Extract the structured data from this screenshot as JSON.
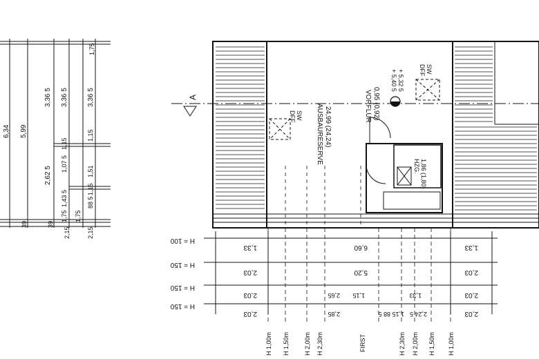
{
  "section_marker": "A",
  "left_dims": {
    "overall": "6,34",
    "inner": "5,99",
    "top": "1,75",
    "upper": [
      "3,36 5",
      "3,36 5",
      "3,36 5"
    ],
    "mid": [
      "2,62 5",
      "1,07 5",
      "1,15",
      "1,15",
      "1,51"
    ],
    "lower": [
      "1,43 5",
      "1,75",
      "1,75",
      "88 5",
      "1,15"
    ],
    "base": [
      "39",
      "39",
      "2,15",
      "2,15"
    ]
  },
  "rooms": {
    "ausbau_name": "AUSBAURESERVE",
    "ausbau_area": "24,99 (24,24)",
    "vorflur_name": "VORFLUR",
    "vorflur_area": "0,95 (0,92)",
    "hzg_name": "HZG.",
    "hzg_area": "1,86 (1,80)",
    "level1": "+ 5,40 5",
    "level2": "+ 5,32 5",
    "dff1": [
      "DFF",
      "SW"
    ],
    "dff2": [
      "DFF",
      "SW"
    ]
  },
  "height_rows": [
    {
      "label": "H = 100",
      "vals": [
        "1,33",
        "6,60",
        "1,33"
      ]
    },
    {
      "label": "H = 150",
      "vals": [
        "2,03",
        "5,20",
        "2,03"
      ]
    },
    {
      "label": "H = 150",
      "vals": [
        "2,03",
        "2,65",
        "1,15",
        "1,33",
        "2,03"
      ]
    },
    {
      "label": "H = 150",
      "vals": [
        "2,03",
        "2,85",
        "1,15 88 5",
        "2,24 5",
        "2,03"
      ]
    }
  ],
  "bottom_labels": [
    "H 1,00m",
    "H 1,50m",
    "H 2,00m",
    "H 2,30m",
    "FIRST",
    "H 2,30m",
    "H 2,00m",
    "H 1,50m",
    "H 1,00m"
  ]
}
